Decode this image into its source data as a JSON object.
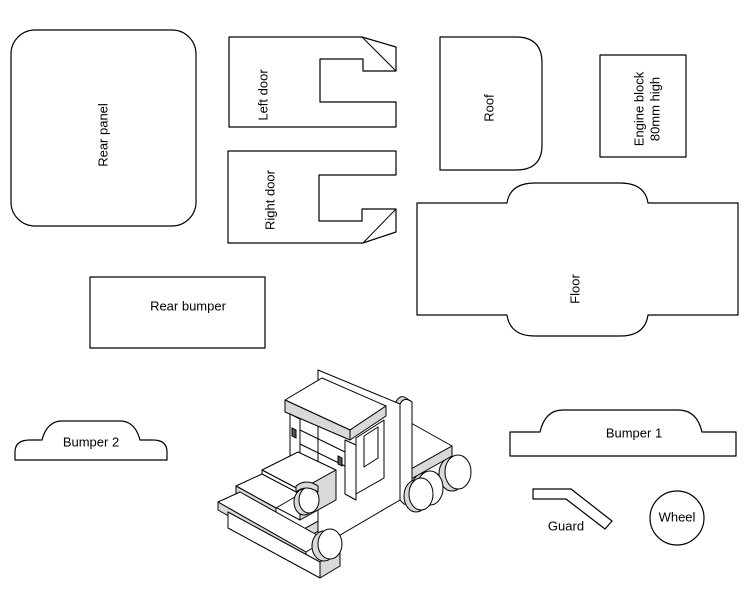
{
  "parts": {
    "rear_panel": "Rear panel",
    "left_door": "Left door",
    "right_door": "Right door",
    "roof": "Roof",
    "engine_block_line1": "Engine block",
    "engine_block_line2": "80mm high",
    "floor": "Floor",
    "rear_bumper": "Rear bumper",
    "bumper_2": "Bumper 2",
    "bumper_1": "Bumper 1",
    "guard": "Guard",
    "wheel": "Wheel"
  },
  "colors": {
    "line": "#000000",
    "background": "#ffffff",
    "wood_edge_shade": "#d9d9d9"
  },
  "illustration": "assembled-truck-isometric"
}
